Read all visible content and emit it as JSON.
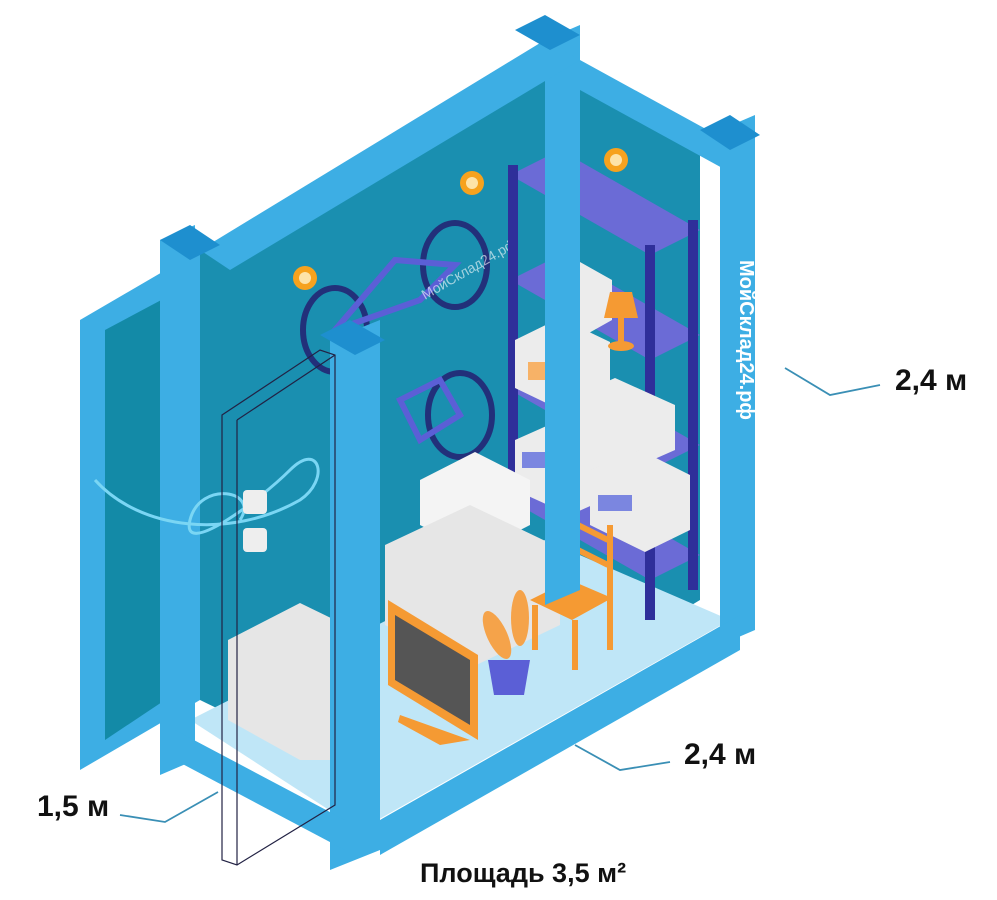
{
  "brand": {
    "watermark": "МойСклад24.рф",
    "logo_text": "МойСклад24.рф"
  },
  "dimensions": {
    "height": "2,4 м",
    "depth": "2,4 м",
    "width": "1,5 м"
  },
  "area_label": "Площадь 3,5 м²",
  "colors": {
    "frame": "#3daee4",
    "frame_dark": "#1e8fcf",
    "wall": "#1a8fb0",
    "floor": "#bfe6f7",
    "shelf": "#2f2f9a",
    "shelf_board": "#6b6bd6",
    "box": "#ececec",
    "label": "#f7b267",
    "chair": "#f59a33",
    "bike": "#5b5fd6",
    "lamp": "#f6a21e"
  },
  "icons": [
    "bicycle-icon",
    "shelf-icon",
    "box-icon",
    "chair-icon",
    "tv-icon",
    "plant-icon",
    "lamp-icon",
    "bulb-icon",
    "socket-icon",
    "door-outline-icon"
  ]
}
